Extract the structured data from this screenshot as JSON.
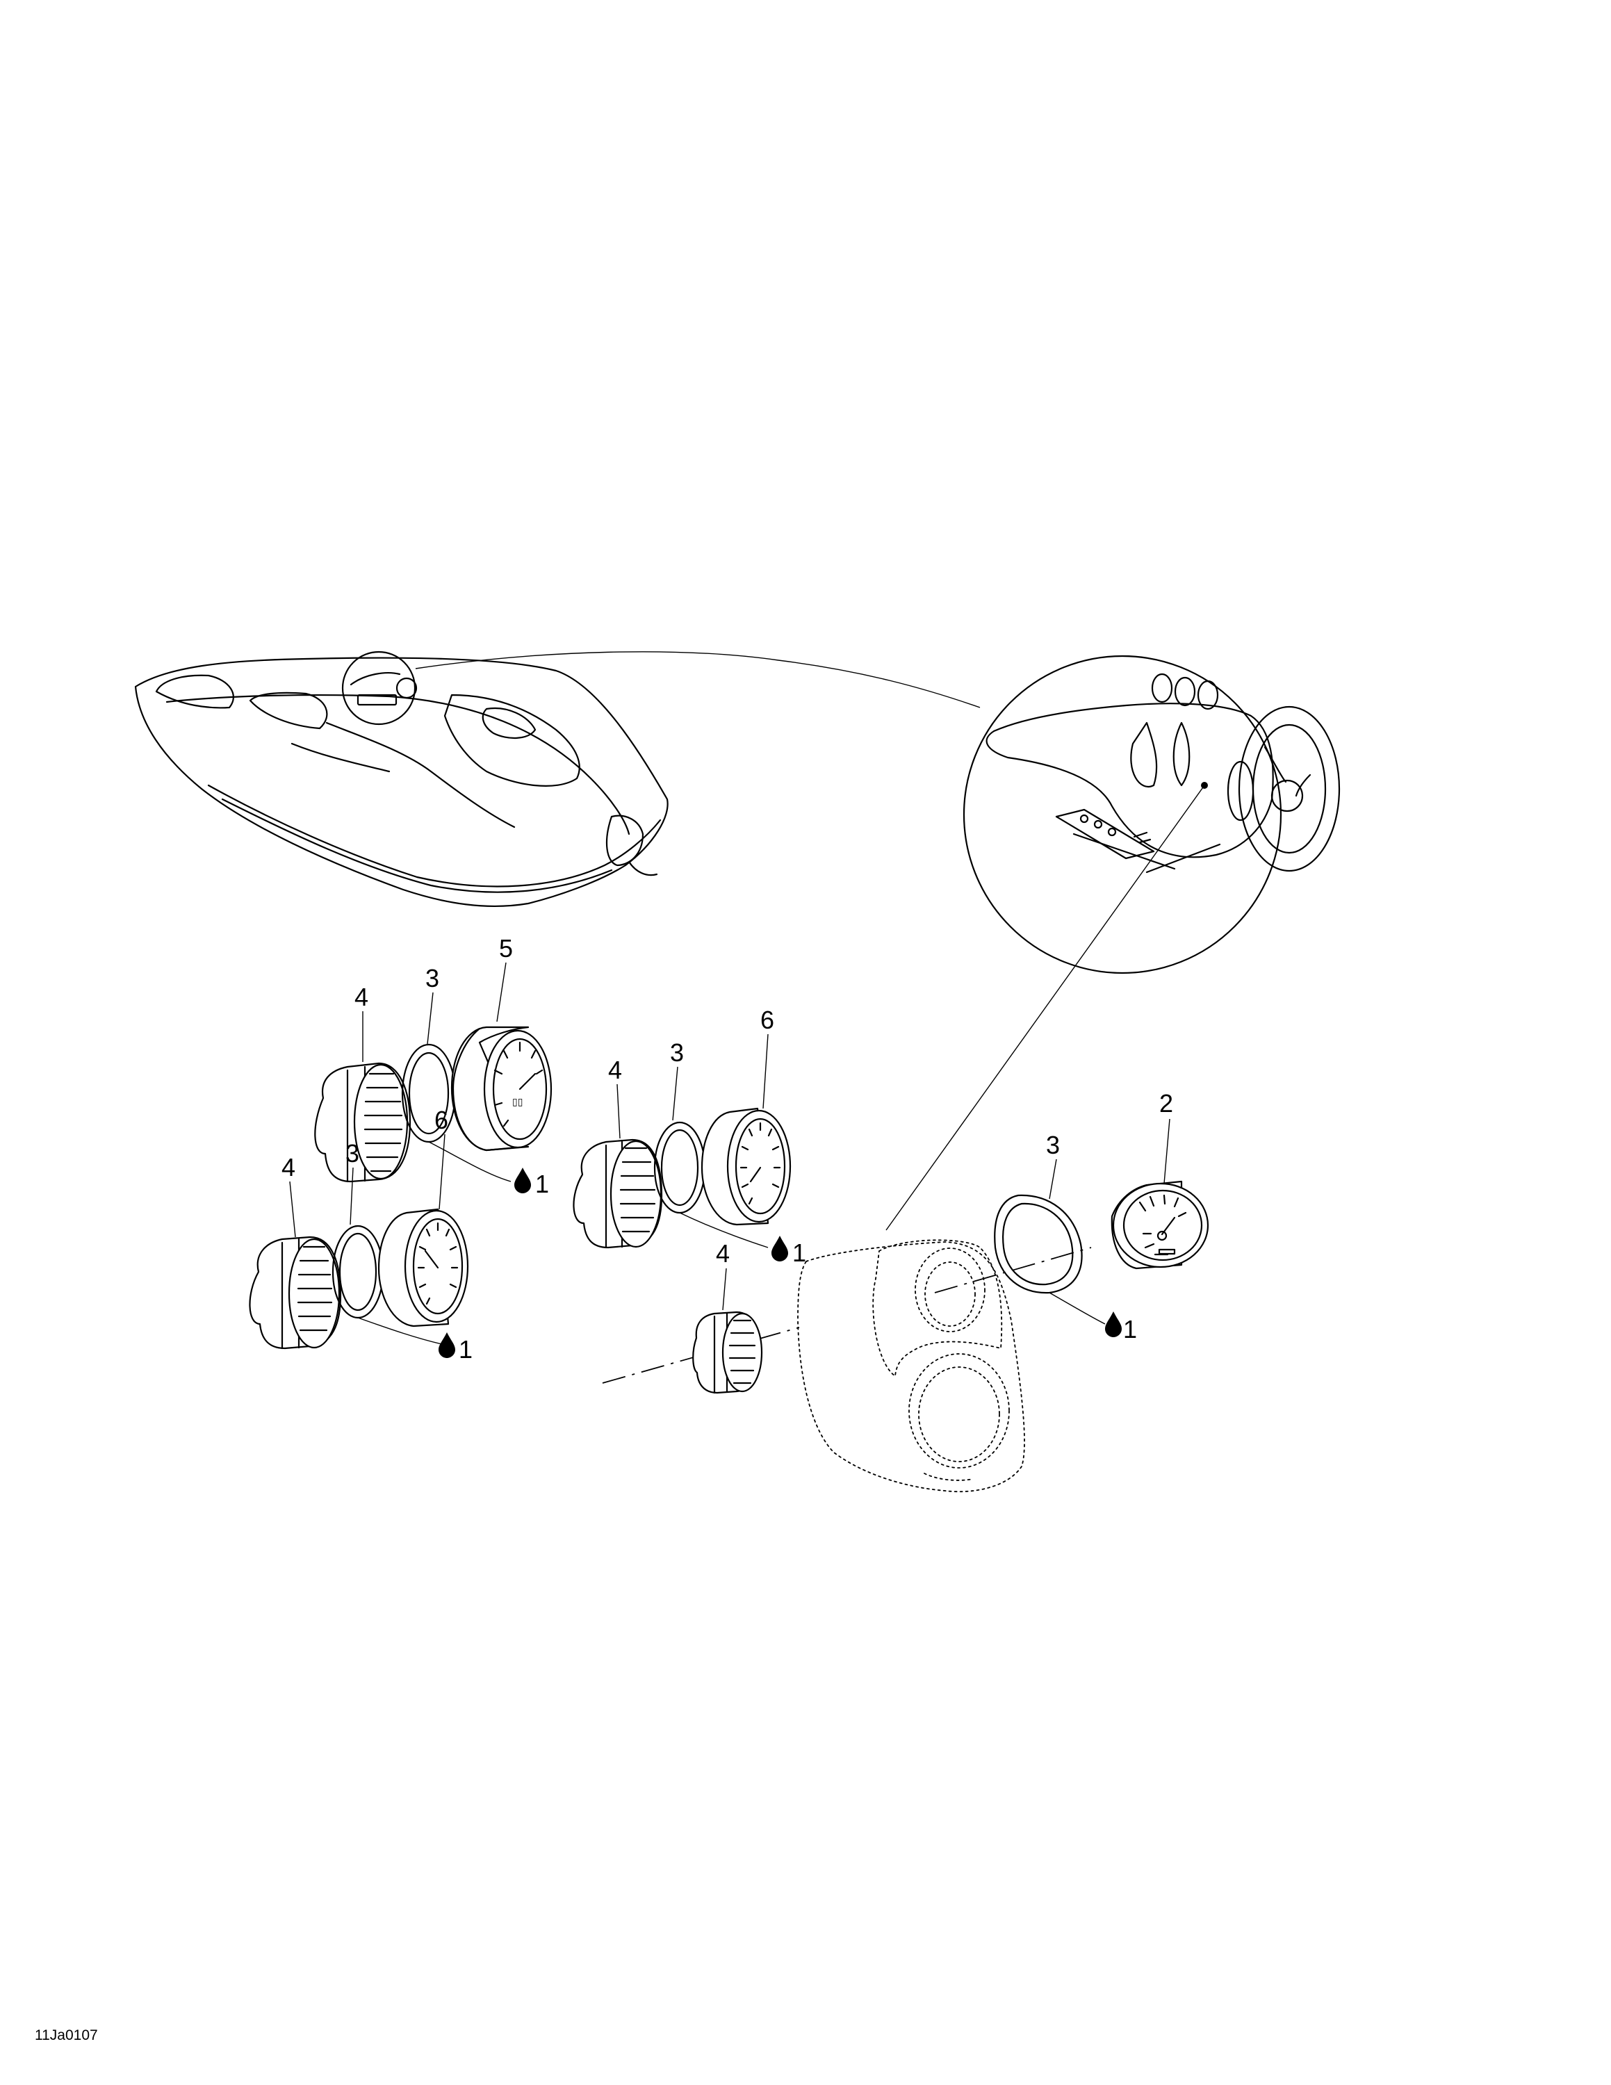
{
  "drawing_code": "11Ja0107",
  "callouts": {
    "a_5": "5",
    "a_4": "4",
    "a_3": "3",
    "a_1": "1",
    "b_6": "6",
    "b_4": "4",
    "b_3": "3",
    "b_1": "1",
    "c_6": "6",
    "c_4": "4",
    "c_3": "3",
    "c_1": "1",
    "d_2": "2",
    "d_3": "3",
    "d_4": "4",
    "d_1": "1"
  },
  "icons": [
    "oil-drop-icon"
  ]
}
